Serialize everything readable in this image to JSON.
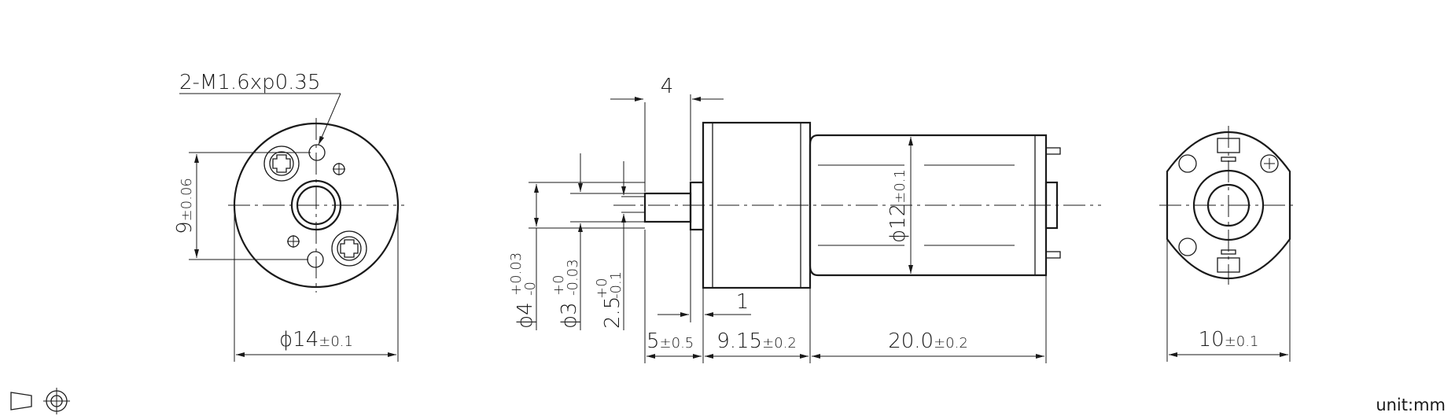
{
  "front_view": {
    "thread_note": "2-M1.6xp0.35",
    "diameter_label": "ϕ14",
    "diameter_tol": "±0.1",
    "hole_pitch_label": "9",
    "hole_pitch_tol": "±0.06"
  },
  "side_view": {
    "shaft_length_top": "4",
    "shaft_dia_label": "ϕ4",
    "shaft_dia_tol_upper": "+0.03",
    "shaft_dia_tol_lower": "-0",
    "shaft_small_dia_label": "ϕ3",
    "shaft_small_dia_tol_upper": "+0",
    "shaft_small_dia_tol_lower": "-0.03",
    "flat_label": "2.5",
    "flat_tol_upper": "+0",
    "flat_tol_lower": "-0.1",
    "flange_thickness": "1",
    "shaft_length_label": "5",
    "shaft_length_tol": "±0.5",
    "gearbox_length_label": "9.15",
    "gearbox_length_tol": "±0.2",
    "motor_length_label": "20.0",
    "motor_length_tol": "±0.2",
    "motor_dia_label": "ϕ12",
    "motor_dia_tol": "±0.1"
  },
  "rear_view": {
    "width_label": "10",
    "width_tol": "±0.1"
  },
  "footer": {
    "unit_text": "unit:mm",
    "projection_symbol": "third-angle-projection-icon"
  }
}
